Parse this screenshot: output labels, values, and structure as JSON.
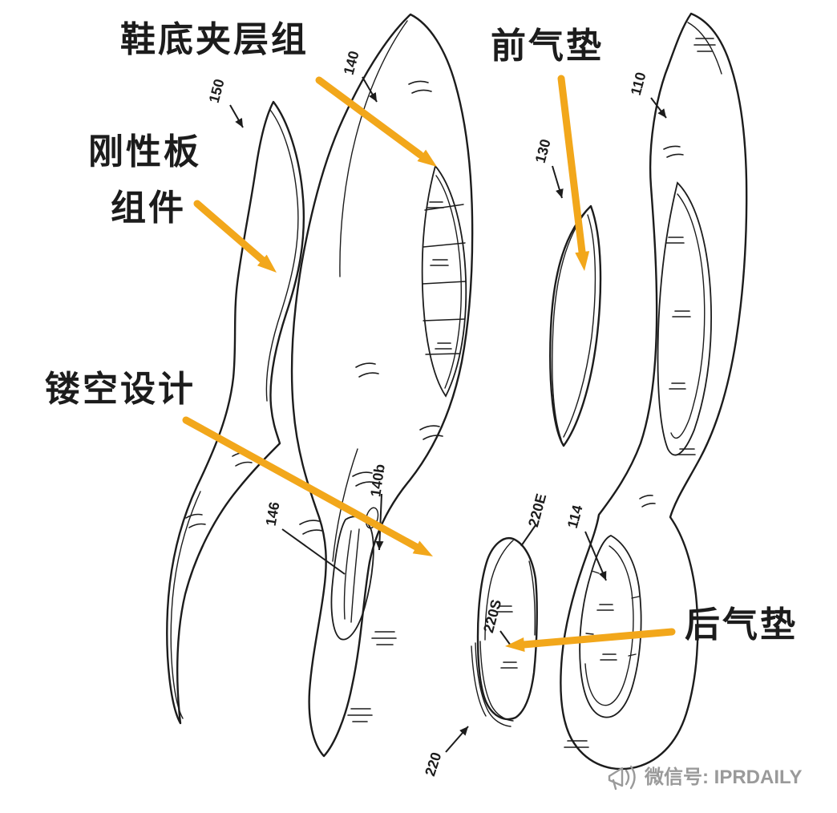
{
  "colors": {
    "ink": "#1c1c1c",
    "accent": "#f2a71b",
    "watermark": "#9a9a9a",
    "paper": "#ffffff"
  },
  "annotations": {
    "midsole_assembly": "鞋底夹层组",
    "front_cushion": "前气垫",
    "rigid_plate_line1": "刚性板",
    "rigid_plate_line2": "组件",
    "cutout_design": "镂空设计",
    "rear_cushion": "后气垫"
  },
  "refs": {
    "n150": "150",
    "n140": "140",
    "n130": "130",
    "n110": "110",
    "n146": "146",
    "n140b": "140b",
    "n220E": "220E",
    "n114": "114",
    "n220S": "220S",
    "n220": "220"
  },
  "watermark": {
    "text": "微信号: IPRDAILY"
  }
}
